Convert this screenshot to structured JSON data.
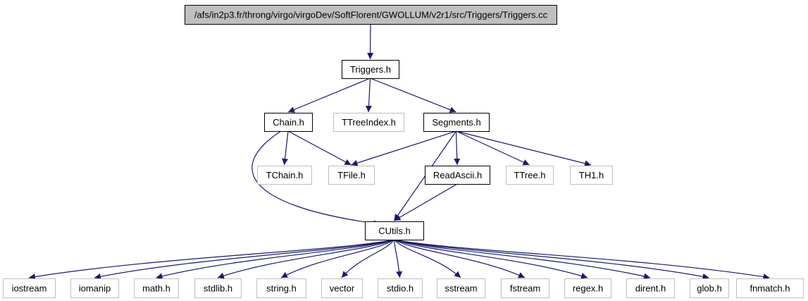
{
  "colors": {
    "edge": "#191970",
    "root_fill": "#bfbfbf",
    "root_stroke": "#000000",
    "local_stroke": "#000000",
    "external_stroke": "#bfbfbf",
    "text": "#000000"
  },
  "nodes": [
    {
      "id": "root",
      "label": "/afs/in2p3.fr/throng/virgo/virgoDev/SoftFlorent/GWOLLUM/v2r1/src/Triggers/Triggers.cc",
      "kind": "root"
    },
    {
      "id": "triggers_h",
      "label": "Triggers.h",
      "kind": "local"
    },
    {
      "id": "chain_h",
      "label": "Chain.h",
      "kind": "local"
    },
    {
      "id": "ttreeindex_h",
      "label": "TTreeIndex.h",
      "kind": "external"
    },
    {
      "id": "segments_h",
      "label": "Segments.h",
      "kind": "local"
    },
    {
      "id": "tchain_h",
      "label": "TChain.h",
      "kind": "external"
    },
    {
      "id": "tfile_h",
      "label": "TFile.h",
      "kind": "external"
    },
    {
      "id": "readascii_h",
      "label": "ReadAscii.h",
      "kind": "local"
    },
    {
      "id": "ttree_h",
      "label": "TTree.h",
      "kind": "external"
    },
    {
      "id": "th1_h",
      "label": "TH1.h",
      "kind": "external"
    },
    {
      "id": "cutils_h",
      "label": "CUtils.h",
      "kind": "local"
    },
    {
      "id": "iostream",
      "label": "iostream",
      "kind": "external"
    },
    {
      "id": "iomanip",
      "label": "iomanip",
      "kind": "external"
    },
    {
      "id": "math_h",
      "label": "math.h",
      "kind": "external"
    },
    {
      "id": "stdlib_h",
      "label": "stdlib.h",
      "kind": "external"
    },
    {
      "id": "string_h",
      "label": "string.h",
      "kind": "external"
    },
    {
      "id": "vector",
      "label": "vector",
      "kind": "external"
    },
    {
      "id": "stdio_h",
      "label": "stdio.h",
      "kind": "external"
    },
    {
      "id": "sstream",
      "label": "sstream",
      "kind": "external"
    },
    {
      "id": "fstream",
      "label": "fstream",
      "kind": "external"
    },
    {
      "id": "regex_h",
      "label": "regex.h",
      "kind": "external"
    },
    {
      "id": "dirent_h",
      "label": "dirent.h",
      "kind": "external"
    },
    {
      "id": "glob_h",
      "label": "glob.h",
      "kind": "external"
    },
    {
      "id": "fnmatch_h",
      "label": "fnmatch.h",
      "kind": "external"
    }
  ],
  "edges": [
    {
      "from": "root",
      "to": "triggers_h"
    },
    {
      "from": "triggers_h",
      "to": "chain_h"
    },
    {
      "from": "triggers_h",
      "to": "ttreeindex_h"
    },
    {
      "from": "triggers_h",
      "to": "segments_h"
    },
    {
      "from": "chain_h",
      "to": "tchain_h"
    },
    {
      "from": "chain_h",
      "to": "tfile_h"
    },
    {
      "from": "chain_h",
      "to": "cutils_h"
    },
    {
      "from": "segments_h",
      "to": "tfile_h"
    },
    {
      "from": "segments_h",
      "to": "cutils_h"
    },
    {
      "from": "segments_h",
      "to": "readascii_h"
    },
    {
      "from": "segments_h",
      "to": "ttree_h"
    },
    {
      "from": "segments_h",
      "to": "th1_h"
    },
    {
      "from": "readascii_h",
      "to": "cutils_h"
    },
    {
      "from": "cutils_h",
      "to": "iostream"
    },
    {
      "from": "cutils_h",
      "to": "iomanip"
    },
    {
      "from": "cutils_h",
      "to": "math_h"
    },
    {
      "from": "cutils_h",
      "to": "stdlib_h"
    },
    {
      "from": "cutils_h",
      "to": "string_h"
    },
    {
      "from": "cutils_h",
      "to": "vector"
    },
    {
      "from": "cutils_h",
      "to": "stdio_h"
    },
    {
      "from": "cutils_h",
      "to": "sstream"
    },
    {
      "from": "cutils_h",
      "to": "fstream"
    },
    {
      "from": "cutils_h",
      "to": "regex_h"
    },
    {
      "from": "cutils_h",
      "to": "dirent_h"
    },
    {
      "from": "cutils_h",
      "to": "glob_h"
    },
    {
      "from": "cutils_h",
      "to": "fnmatch_h"
    }
  ]
}
